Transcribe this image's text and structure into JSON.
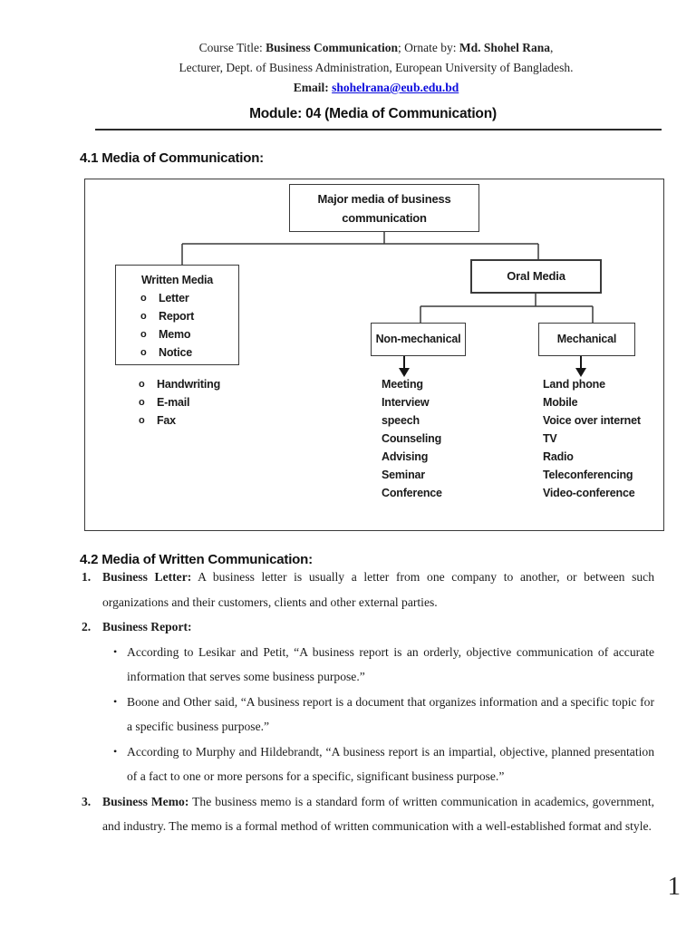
{
  "header": {
    "line1_prefix": "Course Title: ",
    "line1_bold1": "Business Communication",
    "line1_mid": "; Ornate by: ",
    "line1_bold2": "Md. Shohel Rana",
    "line1_suffix": ",",
    "line2": "Lecturer, Dept. of Business Administration, European University of Bangladesh.",
    "email_label": "Email: ",
    "email_address": "shohelrana@eub.edu.bd",
    "module_title": "Module: 04 (Media of Communication)"
  },
  "section1": {
    "heading": "4.1 Media of Communication:",
    "diagram": {
      "root": "Major media of business communication",
      "written_media": {
        "title": "Written Media",
        "bullet": "o",
        "items": [
          "Letter",
          "Report",
          "Memo",
          "Notice"
        ]
      },
      "written_extra": [
        "Handwriting",
        "E-mail",
        "Fax"
      ],
      "oral_media": {
        "title": "Oral Media"
      },
      "non_mechanical": {
        "title": "Non-mechanical",
        "items": [
          "Meeting",
          "Interview",
          "speech",
          "Counseling",
          "Advising",
          "Seminar",
          "Conference"
        ]
      },
      "mechanical": {
        "title": "Mechanical",
        "items": [
          "Land phone",
          "Mobile",
          "Voice over internet",
          "TV",
          "Radio",
          "Teleconferencing",
          "Video-conference"
        ]
      }
    }
  },
  "section2": {
    "heading": "4.2 Media of Written Communication:",
    "item1": {
      "number": "1.",
      "bold": "Business Letter:",
      "text": " A business letter is usually a letter from one company to another, or between such organizations and their customers, clients and other external parties."
    },
    "item2": {
      "number": "2.",
      "bold": "Business Report:",
      "bullet_glyph": "•",
      "bullets": [
        "According to Lesikar and Petit, “A business report is an orderly, objective communication of accurate information that serves some business purpose.”",
        "Boone and Other said, “A business report is a document that organizes information and a specific topic for a specific business purpose.”",
        "According to Murphy and Hildebrandt, “A business report is an impartial, objective, planned presentation of a fact to one or more persons for a specific, significant business purpose.”"
      ]
    },
    "item3": {
      "number": "3.",
      "bold": "Business Memo:",
      "text": " The business memo is a standard form of written communication in academics, government, and industry. The memo is a formal method of written communication with a well-established format and style."
    }
  },
  "page_number": "1",
  "colors": {
    "link_blue": "#0b0bdd",
    "border": "#3a3a3a"
  }
}
